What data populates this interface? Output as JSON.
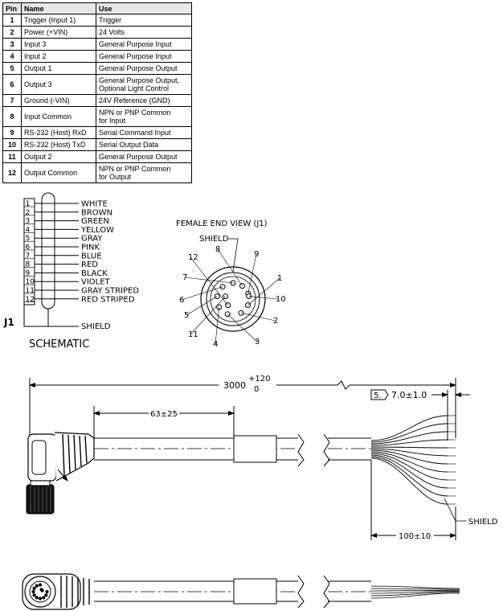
{
  "table": {
    "headers": {
      "pin": "Pin",
      "name": "Name",
      "use": "Use"
    },
    "rows": [
      {
        "pin": "1",
        "name": "Trigger (Input 1)",
        "use": [
          "Trigger"
        ]
      },
      {
        "pin": "2",
        "name": "Power (+VIN)",
        "use": [
          "24 Volts"
        ]
      },
      {
        "pin": "3",
        "name": "Input 3",
        "use": [
          "General Purpose Input"
        ]
      },
      {
        "pin": "4",
        "name": "Input 2",
        "use": [
          "General Purpose Input"
        ]
      },
      {
        "pin": "5",
        "name": "Output 1",
        "use": [
          "General Purpose Output"
        ]
      },
      {
        "pin": "6",
        "name": "Output 3",
        "use": [
          "General Purpose Output,",
          "Optional Light Control"
        ]
      },
      {
        "pin": "7",
        "name": "Ground (-VIN)",
        "use": [
          "24V Reference (GND)"
        ]
      },
      {
        "pin": "8",
        "name": "Input Common",
        "use": [
          "NPN or PNP Common",
          "for Input"
        ]
      },
      {
        "pin": "9",
        "name": "RS-232 (Host) RxD",
        "use": [
          "Serial Command Input"
        ]
      },
      {
        "pin": "10",
        "name": "RS-232 (Host) TxD",
        "use": [
          "Serial Output Data"
        ]
      },
      {
        "pin": "11",
        "name": "Output 2",
        "use": [
          "General Purpose Output"
        ]
      },
      {
        "pin": "12",
        "name": "Output Common",
        "use": [
          "NPN or PNP Common",
          "for Output"
        ]
      }
    ]
  },
  "schematic": {
    "connector_label": "J1",
    "title": "SCHEMATIC",
    "pin_numbers": [
      "1",
      "2",
      "3",
      "4",
      "5",
      "6",
      "7",
      "8",
      "9",
      "10",
      "11",
      "12"
    ],
    "wire_colors": [
      "WHITE",
      "BROWN",
      "GREEN",
      "YELLOW",
      "GRAY",
      "PINK",
      "BLUE",
      "RED",
      "BLACK",
      "VIOLET",
      "GRAY STRIPED",
      "RED STRIPED"
    ],
    "shield_label": "SHIELD"
  },
  "end_view": {
    "title": "FEMALE END VIEW (J1)",
    "shield_label": "SHIELD",
    "pin_labels": [
      "1",
      "2",
      "3",
      "4",
      "5",
      "6",
      "7",
      "8",
      "9",
      "10",
      "11",
      "12"
    ]
  },
  "dimensions": {
    "overall_length": "3000",
    "overall_tol_plus": "+120",
    "overall_tol_minus": "0",
    "connector_dim": "63±25",
    "note_ref": "5.",
    "strip_dim": "7.0±1.0",
    "breakout_dim": "100±10",
    "shield_label": "SHIELD"
  }
}
